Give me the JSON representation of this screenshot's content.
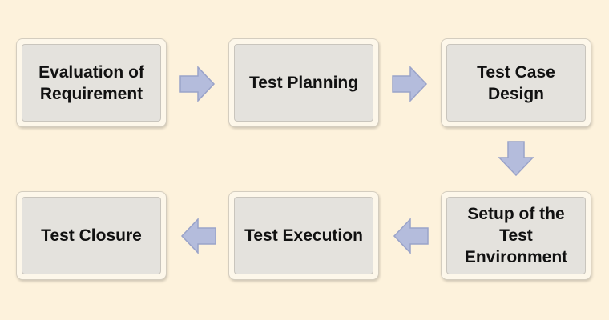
{
  "colors": {
    "background": "#fdf2dc",
    "box_frame": "#fdf7ea",
    "box_fill": "#e4e2dd",
    "arrow_fill": "#b4bcdc",
    "arrow_stroke": "#9aa3c9",
    "text": "#111111"
  },
  "steps": [
    {
      "label": "Evaluation of\nRequirement"
    },
    {
      "label": "Test Planning"
    },
    {
      "label": "Test Case\nDesign"
    },
    {
      "label": "Setup of the\nTest\nEnvironment"
    },
    {
      "label": "Test Execution"
    },
    {
      "label": "Test Closure"
    }
  ],
  "arrows": [
    {
      "direction": "right",
      "icon": "arrow-right-icon"
    },
    {
      "direction": "right",
      "icon": "arrow-right-icon"
    },
    {
      "direction": "down",
      "icon": "arrow-down-icon"
    },
    {
      "direction": "left",
      "icon": "arrow-left-icon"
    },
    {
      "direction": "left",
      "icon": "arrow-left-icon"
    }
  ]
}
